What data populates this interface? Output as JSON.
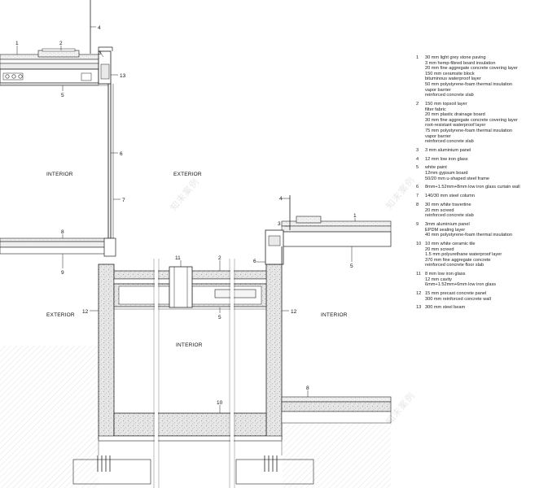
{
  "callouts": {
    "c1a": "1",
    "c2a": "2",
    "c3a": "3",
    "c4a": "4",
    "c13": "13",
    "c5a": "5",
    "c6": "6",
    "c7": "7",
    "c8a": "8",
    "c9": "9",
    "c11": "11",
    "c2b": "2",
    "c6b": "6",
    "c5b": "5",
    "c12a": "12",
    "c12b": "12",
    "c4b": "4",
    "c3b": "3",
    "c1b": "1",
    "c5c": "5",
    "c8b": "8",
    "c10": "10"
  },
  "zones": {
    "interior_top": "INTERIOR",
    "exterior_mid": "EXTERIOR",
    "exterior_left": "EXTERIOR",
    "interior_center": "INTERIOR",
    "interior_right": "INTERIOR"
  },
  "legend": [
    {
      "num": "1",
      "lines": [
        "30 mm light grey stone paving",
        "3 mm hemp-fibred board insulation",
        "20 mm fine aggregate concrete covering layer",
        "150 mm ceramsite block",
        "bituminous waterproof layer",
        "50 mm polystyrene-foam thermal insulation",
        "vapor barrier",
        "reinforced concrete slab"
      ]
    },
    {
      "num": "2",
      "lines": [
        "150 mm topsoil layer",
        "filter fabric",
        "20 mm plastic drainage board",
        "30 mm  fine aggregate concrete covering layer",
        "root-resistant waterproof layer",
        "75 mm polystyrene-foam thermal insulation",
        "vapor barrier",
        "reinforced concrete slab"
      ]
    },
    {
      "num": "3",
      "lines": [
        "3 mm aluminium panel"
      ]
    },
    {
      "num": "4",
      "lines": [
        "12 mm low iron glass"
      ]
    },
    {
      "num": "5",
      "lines": [
        "white paint",
        "12mm gypsum board",
        "50/20 mm u-shaped steel frame"
      ]
    },
    {
      "num": "6",
      "lines": [
        "8mm+1.52mm+8mm low iron glass curtain wall"
      ]
    },
    {
      "num": "7",
      "lines": [
        "140/30 mm  steel column"
      ]
    },
    {
      "num": "8",
      "lines": [
        "30 mm white travertine",
        "20 mm screed",
        "reinforced concrete slab"
      ]
    },
    {
      "num": "9",
      "lines": [
        "3mm aluminium panel",
        "EPDM sealing layer",
        "40 mm polystyrene-foam thermal insulation"
      ]
    },
    {
      "num": "10",
      "lines": [
        "10 mm white ceramic tile",
        "20 mm screed",
        "1.5 mm polyurethane waterproof layer",
        "370 mm fine aggregate concrete",
        "reinforced concrete floor slab"
      ]
    },
    {
      "num": "11",
      "lines": [
        "8 mm low iron glass",
        "12 mm cavity",
        "6mm+1.52mm+6mm low iron glass"
      ]
    },
    {
      "num": "12",
      "lines": [
        "15 mm precast concrete panel",
        "300 mm reinforced concrete wall"
      ]
    },
    {
      "num": "13",
      "lines": [
        "300 mm steel beam"
      ]
    }
  ],
  "watermark": {
    "wm1": "知末案例",
    "wm2": "知末案例",
    "wm3": "知末案例"
  }
}
